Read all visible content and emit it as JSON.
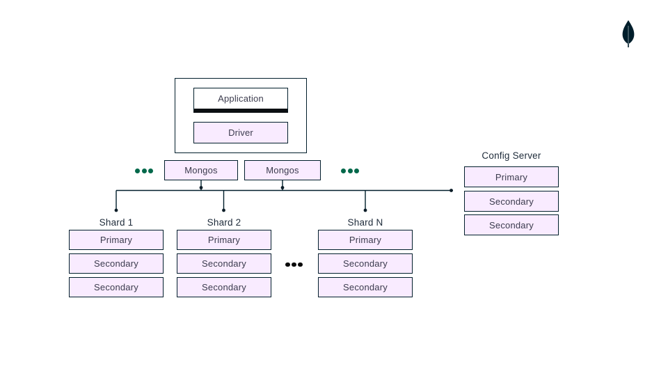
{
  "slide": {
    "description": "MongoDB sharded cluster architecture diagram",
    "background": "#FFFFFF"
  },
  "colors": {
    "ink": "#001E2B",
    "box_fill_lavender": "#F9EBFF",
    "box_text": "#3B3B4D",
    "accent_green": "#00684A",
    "ellipsis_black": "#0A0A0A",
    "logo_leaf": "#001E2B"
  },
  "icons": {
    "logo": "mongodb-leaf-icon",
    "more_mongos_left": "ellipsis-icon",
    "more_mongos_right": "ellipsis-icon",
    "more_shards": "ellipsis-icon"
  },
  "app_group": {
    "application": "Application",
    "driver": "Driver"
  },
  "routers": {
    "items": [
      "Mongos",
      "Mongos"
    ]
  },
  "config_server": {
    "title": "Config Server",
    "nodes": [
      "Primary",
      "Secondary",
      "Secondary"
    ]
  },
  "shards": [
    {
      "name": "Shard 1",
      "nodes": [
        "Primary",
        "Secondary",
        "Secondary"
      ]
    },
    {
      "name": "Shard 2",
      "nodes": [
        "Primary",
        "Secondary",
        "Secondary"
      ]
    },
    {
      "name": "Shard N",
      "nodes": [
        "Primary",
        "Secondary",
        "Secondary"
      ]
    }
  ]
}
